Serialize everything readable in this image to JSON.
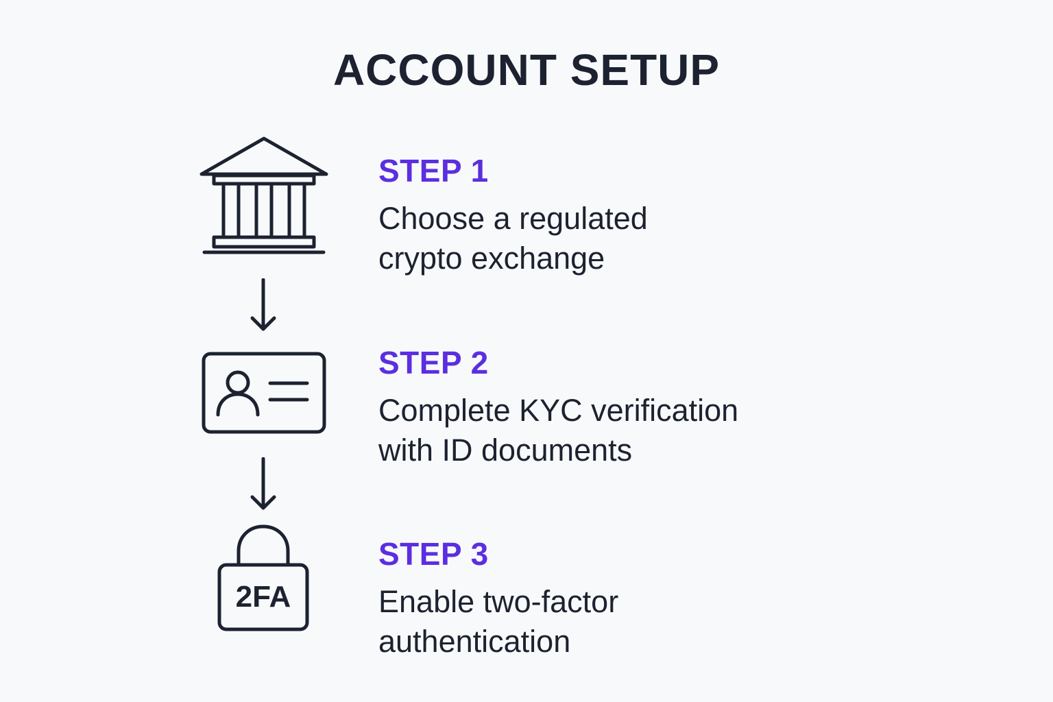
{
  "title": "ACCOUNT SETUP",
  "colors": {
    "ink": "#1c2230",
    "accent": "#5b2ee0",
    "background": "#f8f9fb"
  },
  "steps": [
    {
      "label": "STEP 1",
      "description": "Choose a regulated\ncrypto exchange",
      "icon": "bank-icon"
    },
    {
      "label": "STEP 2",
      "description": "Complete KYC verification\nwith ID documents",
      "icon": "id-card-icon"
    },
    {
      "label": "STEP 3",
      "description": "Enable two-factor\nauthentication",
      "icon": "lock-icon",
      "icon_text": "2FA"
    }
  ]
}
